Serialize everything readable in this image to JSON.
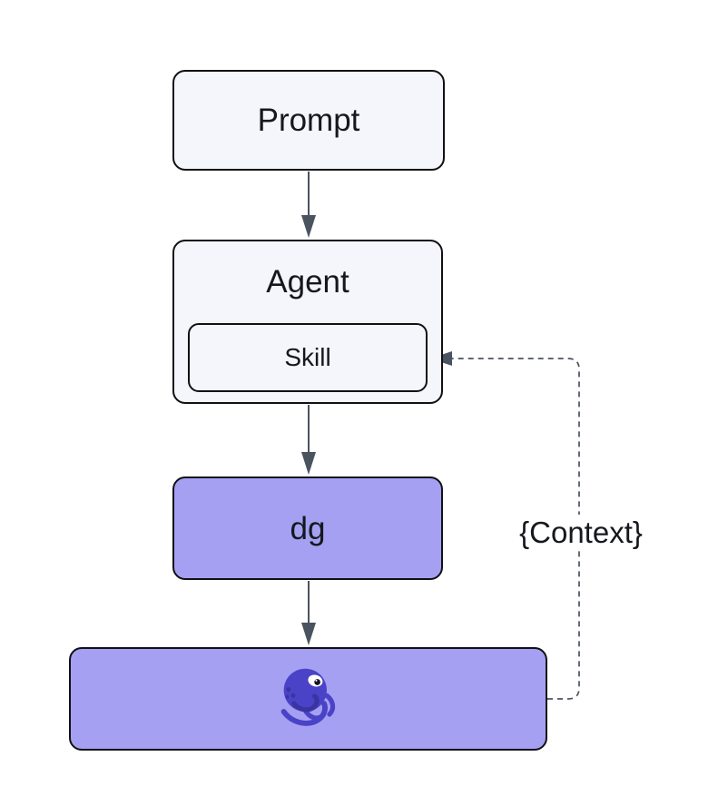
{
  "diagram": {
    "nodes": {
      "prompt": {
        "label": "Prompt"
      },
      "agent": {
        "label": "Agent"
      },
      "skill": {
        "label": "Skill"
      },
      "dg": {
        "label": "dg"
      },
      "engine": {
        "label": "",
        "icon": "octopus-icon"
      }
    },
    "edges": [
      {
        "from": "prompt",
        "to": "agent",
        "style": "solid",
        "label": ""
      },
      {
        "from": "agent",
        "to": "dg",
        "style": "solid",
        "label": ""
      },
      {
        "from": "dg",
        "to": "engine",
        "style": "solid",
        "label": ""
      },
      {
        "from": "engine",
        "to": "skill",
        "style": "dashed",
        "label": "{Context}"
      }
    ],
    "colors": {
      "node_light_bg": "#f5f5fc",
      "node_purple_bg": "#a5a0f2",
      "node_border": "#111114",
      "arrow": "#4a5360",
      "text": "#15181d",
      "octopus_primary": "#4a43c7",
      "octopus_dark": "#3a33a2"
    }
  }
}
